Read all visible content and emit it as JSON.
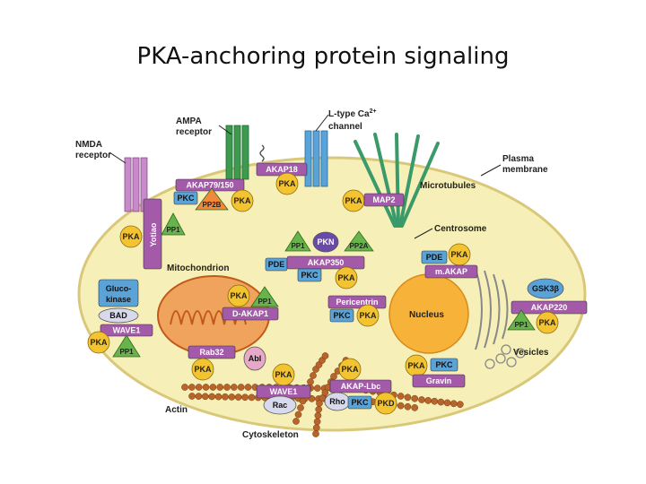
{
  "title": "PKA-anchoring protein signaling",
  "colors": {
    "cell": "#f6f0b8",
    "cell_border": "#d9c87a",
    "pka": "#f4c430",
    "pp1": "#69b34c",
    "blue": "#5aa3d8",
    "purple": "#b15ab8",
    "anchor": "#a35aa8",
    "rhodopsin_green": "#3d9a4f",
    "mito": "#e07b2e",
    "actin": "#b8652c",
    "nucleus": "#f7b23a"
  },
  "labels": {
    "ampa": "AMPA",
    "receptor1": "receptor",
    "nmda": "NMDA",
    "receptor2": "receptor",
    "ltype": "L-type Ca",
    "ltype_sup": "2+",
    "channel": "channel",
    "plasma": "Plasma",
    "membrane": "membrane",
    "microtubules": "Microtubules",
    "centrosome": "Centrosome",
    "mitochondrion": "Mitochondrion",
    "nucleus": "Nucleus",
    "vesicles": "Vesicles",
    "actin": "Actin",
    "cytoskeleton": "Cytoskeleton"
  },
  "proteins": {
    "akap18": "AKAP18",
    "pka_akap18": "PKA",
    "akap79": "AKAP79/150",
    "pkc1": "PKC",
    "pp2b": "PP2B",
    "pka1": "PKA",
    "yotiao": "Yotiao",
    "pp1_yotiao": "PP1",
    "pka_yotiao": "PKA",
    "pka_map2": "PKA",
    "map2": "MAP2",
    "pp1_akap350": "PP1",
    "pkn": "PKN",
    "pp2a": "PP2A",
    "pde1": "PDE",
    "akap350": "AKAP350",
    "pkc2": "PKC",
    "pka_akap350": "PKA",
    "pde2": "PDE",
    "pka_makap": "PKA",
    "makap": "m.AKAP",
    "glucokinase": "Gluco-\nkinase",
    "gluco1": "Gluco-",
    "gluco2": "kinase",
    "bad": "BAD",
    "wave1a": "WAVE1",
    "pka_wave": "PKA",
    "pp1_wave": "PP1",
    "pka_dakap": "PKA",
    "pp1_dakap": "PP1",
    "dakap1": "D-AKAP1",
    "pericentrin": "Pericentrin",
    "pkc3": "PKC",
    "pka_peri": "PKA",
    "gsk3b": "GSK3β",
    "akap220": "AKAP220",
    "pp1_akap220": "PP1",
    "pka_akap220": "PKA",
    "rab32": "Rab32",
    "pka_rab32": "PKA",
    "abl": "Abl",
    "pka_wave2": "PKA",
    "wave1b": "WAVE1",
    "rac": "Rac",
    "pka_lbc": "PKA",
    "akaplbc": "AKAP-Lbc",
    "rho": "Rho",
    "pkc4": "PKC",
    "pkd": "PKD",
    "pka_gravin": "PKA",
    "pkc5": "PKC",
    "gravin": "Gravin"
  }
}
